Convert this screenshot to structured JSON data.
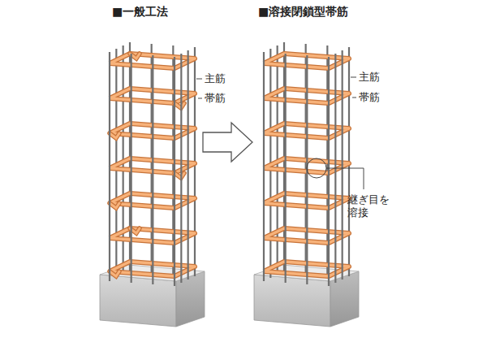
{
  "diagram": {
    "labels": [
      "■一般工法",
      "■溶接閉鎖型帯筋",
      "主筋",
      "帯筋",
      "主筋",
      "帯筋",
      "継ぎ目を 溶接"
    ]
  }
}
